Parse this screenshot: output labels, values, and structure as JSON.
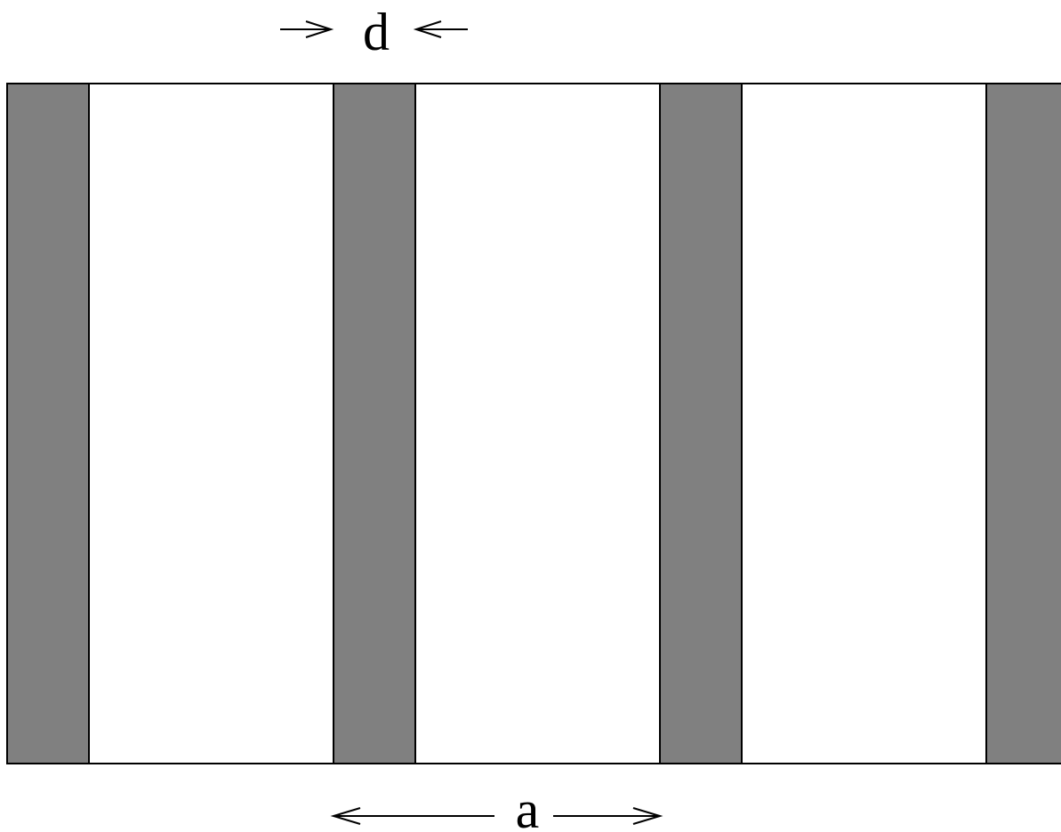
{
  "labels": {
    "width_symbol": "d",
    "period_symbol": "a"
  },
  "colors": {
    "strip_fill": "#808080",
    "background": "#ffffff",
    "line": "#000000"
  },
  "strip_count": 4
}
